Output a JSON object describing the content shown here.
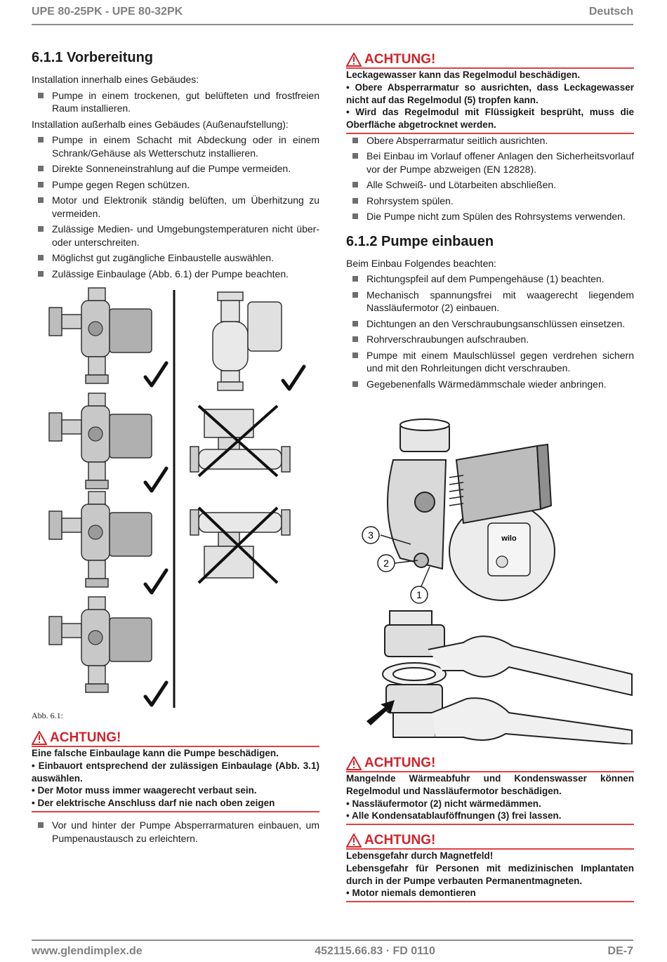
{
  "header": {
    "title": "UPE 80-25PK - UPE 80-32PK",
    "language": "Deutsch"
  },
  "footer": {
    "website": "www.glendimplex.de",
    "code": "452115.66.83 · FD 0110",
    "page": "DE-7"
  },
  "left": {
    "heading": "6.1.1  Vorbereitung",
    "intro_inside": "Installation innerhalb eines Gebäudes:",
    "inside_items": [
      "Pumpe in einem trockenen, gut belüfteten und frostfreien Raum installieren."
    ],
    "intro_outside": "Installation außerhalb eines Gebäudes (Außenaufstellung):",
    "outside_items": [
      "Pumpe in einem Schacht mit Abdeckung oder in einem Schrank/Gehäuse als Wetterschutz installieren.",
      "Direkte Sonneneinstrahlung auf die Pumpe vermeiden.",
      "Pumpe gegen Regen schützen.",
      "Motor und Elektronik ständig belüften, um Überhitzung zu vermeiden.",
      "Zulässige Medien- und Umgebungstemperaturen nicht über- oder unterschreiten.",
      "Möglichst gut zugängliche Einbaustelle auswählen.",
      "Zulässige Einbaulage (Abb. 6.1) der Pumpe beachten."
    ],
    "figure_caption": "Abb. 6.1:",
    "warning": {
      "title": "ACHTUNG!",
      "lines": [
        "Eine falsche Einbaulage kann die Pumpe beschädigen.",
        "• Einbauort entsprechend der zulässigen Einbaulage (Abb. 3.1) auswählen.",
        "• Der Motor muss immer waagerecht verbaut sein.",
        "• Der elektrische Anschluss darf nie nach oben zeigen"
      ]
    },
    "after_items": [
      "Vor und hinter der Pumpe Absperrarmaturen einbauen, um Pumpenaustausch zu erleichtern."
    ]
  },
  "right": {
    "warning_top": {
      "title": "ACHTUNG!",
      "lines": [
        "Leckagewasser kann das Regelmodul beschädigen.",
        "• Obere Absperrarmatur so ausrichten, dass Leckagewasser nicht auf das Regelmodul (5) tropfen kann.",
        "• Wird das Regelmodul mit Flüssigkeit besprüht, muss die Oberfläche abgetrocknet werden."
      ]
    },
    "items_top": [
      "Obere Absperrarmatur seitlich ausrichten.",
      "Bei Einbau im Vorlauf offener Anlagen den Sicherheitsvorlauf vor der Pumpe abzweigen (EN 12828).",
      "Alle Schweiß- und Lötarbeiten abschließen.",
      "Rohrsystem spülen.",
      "Die Pumpe nicht zum Spülen des Rohrsystems verwenden."
    ],
    "heading": "6.1.2  Pumpe einbauen",
    "intro": "Beim Einbau Folgendes beachten:",
    "items": [
      "Richtungspfeil auf dem Pumpengehäuse (1) beachten.",
      "Mechanisch spannungsfrei mit waagerecht liegendem Nassläufermotor (2) einbauen.",
      "Dichtungen an den Verschraubungsanschlüssen einsetzen.",
      "Rohrverschraubungen aufschrauben.",
      "Pumpe mit einem Maulschlüssel gegen verdrehen sichern und mit den Rohrleitungen dicht verschrauben.",
      "Gegebenenfalls Wärmedämmschale wieder anbringen."
    ],
    "figure_labels": [
      "3",
      "2",
      "1"
    ],
    "brand_text": "wilo",
    "warning_mid": {
      "title": "ACHTUNG!",
      "lines": [
        "Mangelnde Wärmeabfuhr und Kondenswasser können Regelmodul und Nassläufermotor beschädigen.",
        "• Nassläufermotor (2) nicht wärmedämmen.",
        "• Alle Kondensatablauföffnungen (3) frei lassen."
      ]
    },
    "warning_bottom": {
      "title": "ACHTUNG!",
      "lines": [
        "Lebensgefahr durch Magnetfeld!",
        "Lebensgefahr für Personen mit medizinischen Implantaten durch in der Pumpe verbauten Permanentmagneten.",
        "• Motor niemals demontieren"
      ]
    }
  }
}
